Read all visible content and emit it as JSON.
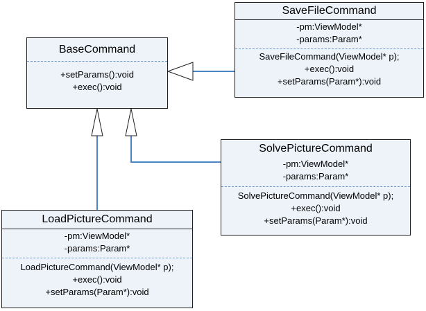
{
  "classes": {
    "base": {
      "name": "BaseCommand",
      "attributes": [],
      "methods": [
        "+setParams():void",
        "+exec():void"
      ]
    },
    "save_file": {
      "name": "SaveFileCommand",
      "attributes": [
        "-pm:ViewModel*",
        "-params:Param*"
      ],
      "methods": [
        "SaveFileCommand(ViewModel* p);",
        "+exec():void",
        "+setParams(Param*):void"
      ]
    },
    "solve_picture": {
      "name": "SolvePictureCommand",
      "attributes": [
        "-pm:ViewModel*",
        "-params:Param*"
      ],
      "methods": [
        "SolvePictureCommand(ViewModel* p);",
        "+exec():void",
        "+setParams(Param*):void"
      ]
    },
    "load_picture": {
      "name": "LoadPictureCommand",
      "attributes": [
        "-pm:ViewModel*",
        "-params:Param*"
      ],
      "methods": [
        "LoadPictureCommand(ViewModel* p);",
        "+exec():void",
        "+setParams(Param*):void"
      ]
    }
  },
  "relations": [
    {
      "from": "SaveFileCommand",
      "to": "BaseCommand",
      "type": "inheritance"
    },
    {
      "from": "SolvePictureCommand",
      "to": "BaseCommand",
      "type": "inheritance"
    },
    {
      "from": "LoadPictureCommand",
      "to": "BaseCommand",
      "type": "inheritance"
    }
  ],
  "colors": {
    "class_fill": "#eef3fa",
    "class_border": "#1f1f1f",
    "connector": "#4a86c4",
    "separator": "#6a96c8"
  }
}
